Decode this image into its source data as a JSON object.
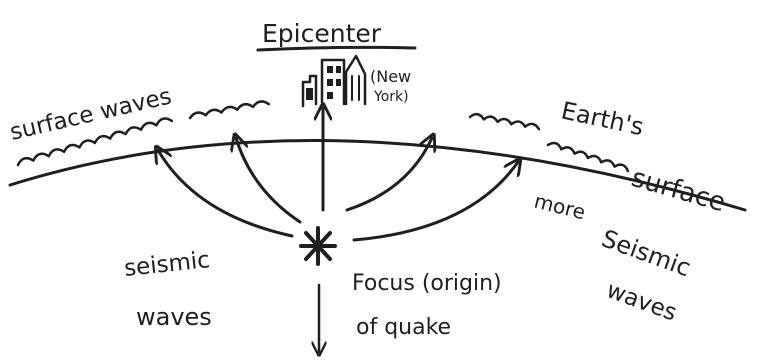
{
  "diagram": {
    "title": "Epicenter",
    "city_label_line1": "(New",
    "city_label_line2": "York)",
    "surface_waves_label": "surface waves",
    "earth_surface_line1": "Earth's",
    "earth_surface_line2": "surface",
    "more_seismic_line1": "more",
    "more_seismic_line2": "Seismic",
    "more_seismic_line3": "waves",
    "seismic_waves_line1": "seismic",
    "seismic_waves_line2": "waves",
    "focus_line1": "Focus (origin)",
    "focus_line2": "of quake"
  },
  "colors": {
    "ink": "#1f1f1f",
    "background": "#ffffff"
  }
}
